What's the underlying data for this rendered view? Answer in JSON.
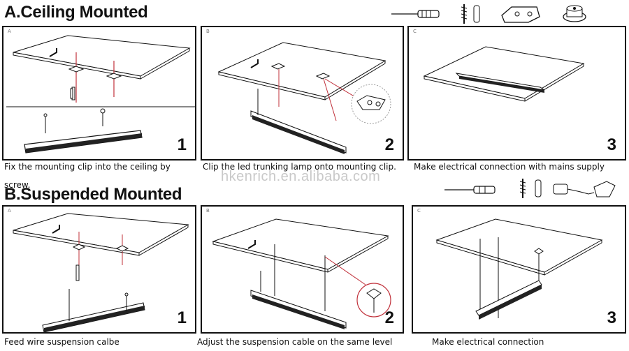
{
  "sections": {
    "ceiling": {
      "title": "A.Ceiling Mounted",
      "panels": [
        {
          "letter": "A",
          "step": "1"
        },
        {
          "letter": "B",
          "step": "2"
        },
        {
          "letter": "C",
          "step": "3"
        }
      ],
      "captions": [
        "Fix the mounting clip into the ceiling by screw.",
        "Clip the led trunking lamp onto mounting clip.",
        "Make electrical connection with mains supply"
      ],
      "tools": [
        "screwdriver-icon",
        "screw-anchor-icon",
        "mounting-clip-icon",
        "ceiling-rose-icon"
      ]
    },
    "suspended": {
      "title": "B.Suspended Mounted",
      "panels": [
        {
          "letter": "A",
          "step": "1"
        },
        {
          "letter": "B",
          "step": "2"
        },
        {
          "letter": "C",
          "step": "3"
        }
      ],
      "captions": [
        "Feed wire suspension calbe",
        "Adjust the suspension cable on the same level",
        "Make electrical connection"
      ],
      "tools": [
        "screwdriver-icon",
        "screw-anchor-icon",
        "suspension-kit-icon"
      ]
    }
  },
  "watermark": "hkenrich.en.alibaba.com",
  "colors": {
    "line": "#111111",
    "accent": "#c0303a",
    "watermark": "#c9c9c9"
  }
}
